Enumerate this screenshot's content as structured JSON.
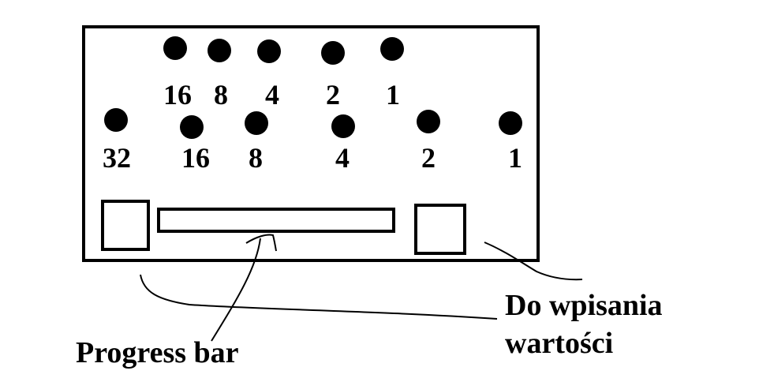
{
  "panel": {
    "top_row": {
      "labels": [
        "16",
        "8",
        "4",
        "2",
        "1"
      ]
    },
    "bottom_row": {
      "labels": [
        "32",
        "16",
        "8",
        "4",
        "2",
        "1"
      ]
    }
  },
  "annotations": {
    "progress_bar": "Progress bar",
    "input_line1": "Do wpisania",
    "input_line2": "wartości"
  },
  "colors": {
    "ink": "#000000",
    "background": "#ffffff"
  }
}
